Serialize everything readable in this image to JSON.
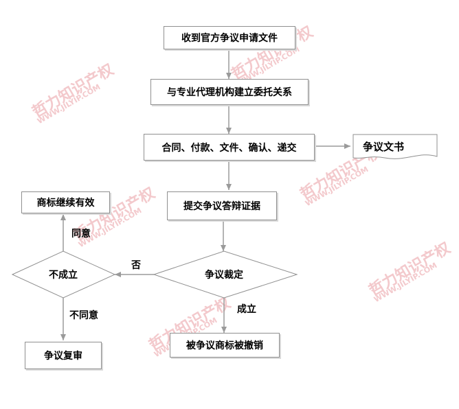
{
  "watermark": {
    "cn": "哲力知识产权",
    "en": "WWW.JILYIP.COM"
  },
  "nodes": {
    "receive": "收到官方争议申请文件",
    "agency": "与专业代理机构建立委托关系",
    "contract": "合同、付款、文件、确认、递交",
    "document": "争议文书",
    "submit": "提交争议答辩证据",
    "ruling": "争议裁定",
    "not_established": "不成立",
    "continue_valid": "商标继续有效",
    "review": "争议复审",
    "revoked": "被争议商标被撤销"
  },
  "edge_labels": {
    "no": "否",
    "established": "成立",
    "agree": "同意",
    "disagree": "不同意"
  },
  "colors": {
    "line": "#9a9a9a",
    "border": "#8f8f8f",
    "watermark": "#f3c9cc"
  }
}
